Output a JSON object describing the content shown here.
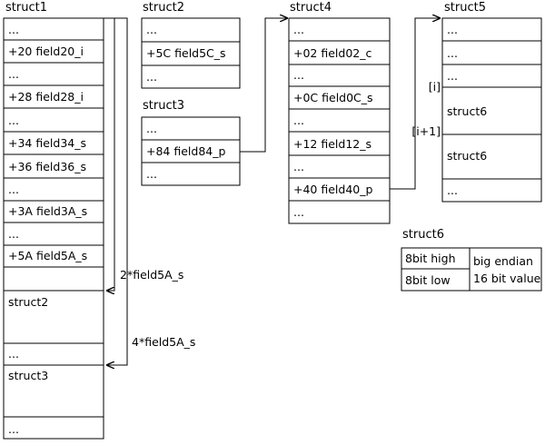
{
  "struct1": {
    "title": "struct1",
    "rows": [
      "...",
      "+20 field20_i",
      "...",
      "+28 field28_i",
      "...",
      "+34 field34_s",
      "+36 field36_s",
      "...",
      "+3A field3A_s",
      "...",
      "+5A field5A_s",
      "struct2",
      "...",
      "struct3",
      "..."
    ]
  },
  "struct2": {
    "title": "struct2",
    "rows": [
      "...",
      "+5C field5C_s",
      "..."
    ]
  },
  "struct3": {
    "title": "struct3",
    "rows": [
      "...",
      "+84 field84_p",
      "..."
    ]
  },
  "struct4": {
    "title": "struct4",
    "rows": [
      "...",
      "+02 field02_c",
      "...",
      "+0C field0C_s",
      "...",
      "+12 field12_s",
      "...",
      "+40 field40_p",
      "..."
    ]
  },
  "struct5": {
    "title": "struct5",
    "rows": [
      "...",
      "...",
      "...",
      "struct6",
      "struct6",
      "..."
    ],
    "index_labels": [
      "[i]",
      "[i+1]"
    ]
  },
  "struct6": {
    "title": "struct6",
    "rows": [
      "8bit high",
      "8bit low"
    ],
    "notes": [
      "big endian",
      "16 bit value"
    ]
  },
  "arrows": {
    "struct2_size_label": "2*field5A_s",
    "struct3_size_label": "4*field5A_s"
  }
}
